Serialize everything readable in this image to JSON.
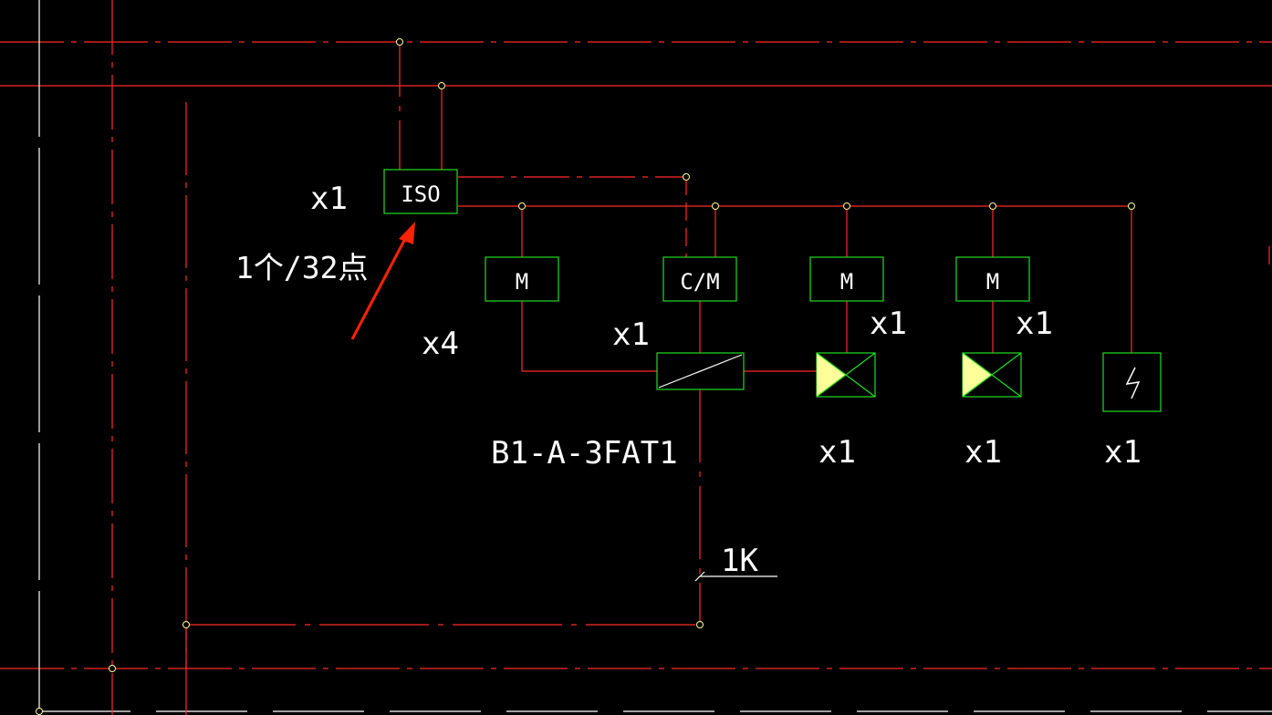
{
  "colors": {
    "background": "#000000",
    "wire": "#ff2a2a",
    "box": "#22dd22",
    "text": "#ffffff",
    "fill_yellow": "#ffff99",
    "arrow": "#ff2200",
    "frame_white": "#ffffff"
  },
  "labels": {
    "iso_count": "x1",
    "iso_note": "1个/32点",
    "m_count": "x4",
    "cm_count": "x1",
    "device_id": "B1-A-3FAT1",
    "valve1_upper": "x1",
    "valve2_upper": "x1",
    "valve1_lower": "x1",
    "valve2_lower": "x1",
    "power_lower": "x1",
    "cable_length": "1K"
  },
  "boxes": {
    "iso": "ISO",
    "m1": "M",
    "cm": "C/M",
    "m2": "M",
    "m3": "M"
  },
  "icons": {
    "isolator": "isolator-module-icon",
    "monitor": "monitor-module-icon",
    "control_monitor": "control-monitor-module-icon",
    "fire_damper": "fire-damper-icon",
    "power_supply": "power-supply-icon",
    "pointer": "red-arrow-icon"
  }
}
